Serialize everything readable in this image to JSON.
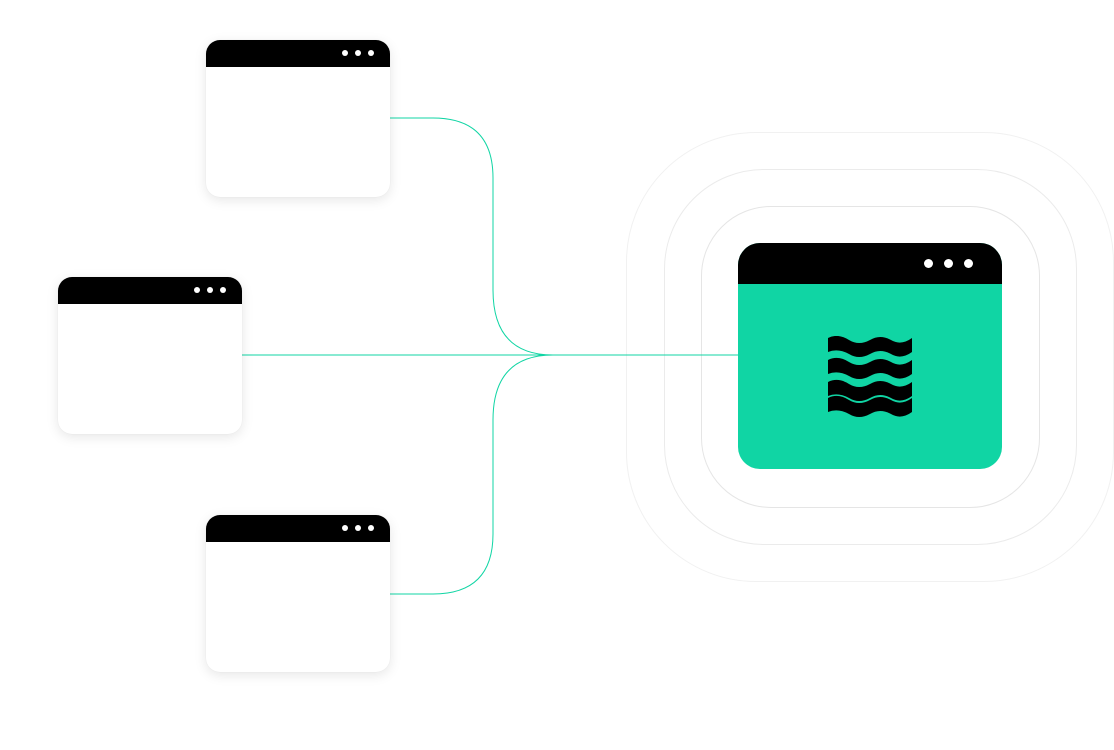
{
  "colors": {
    "accent": "#10d5a4",
    "titlebar": "#000000",
    "connector": "#10d5a4",
    "halo": "#e5e5e5"
  },
  "source_windows": [
    {
      "id": "a",
      "controls": "three-dots"
    },
    {
      "id": "b",
      "controls": "three-dots"
    },
    {
      "id": "c",
      "controls": "three-dots"
    }
  ],
  "target_window": {
    "controls": "three-dots",
    "icon": "waves-icon"
  }
}
